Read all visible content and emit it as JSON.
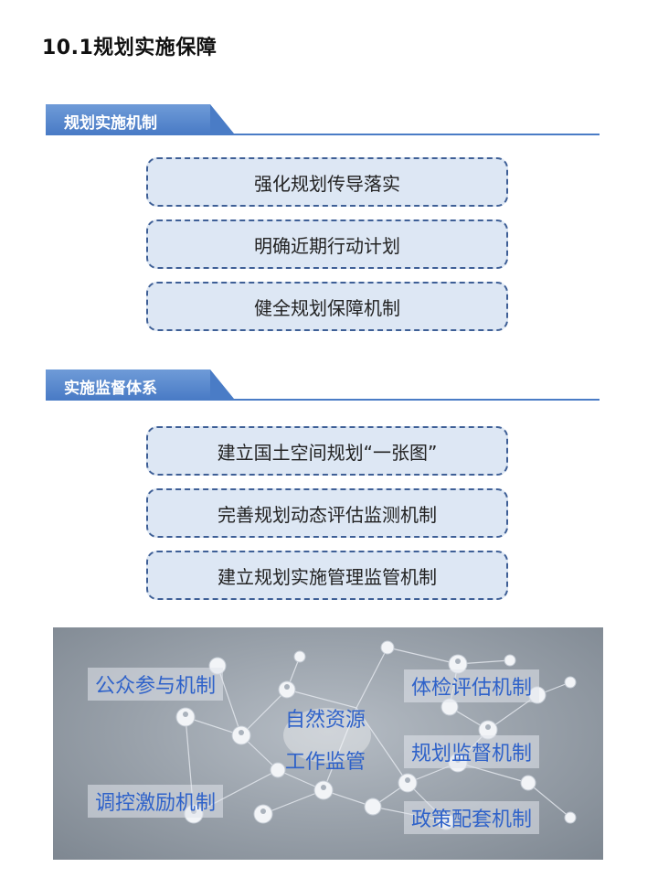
{
  "page_title": "10.1规划实施保障",
  "sections": [
    {
      "title": "规划实施机制",
      "items": [
        "强化规划传导落实",
        "明确近期行动计划",
        "健全规划保障机制"
      ]
    },
    {
      "title": "实施监督体系",
      "items": [
        "建立国土空间规划“一张图”",
        "完善规划动态评估监测机制",
        "建立规划实施管理监管机制"
      ]
    }
  ],
  "network_image": {
    "center_lines": [
      "自然资源",
      "工作监管"
    ],
    "labels": {
      "top_left": "公众参与机制",
      "bottom_left": "调控激励机制",
      "top_right": "体检评估机制",
      "mid_right": "规划监督机制",
      "bottom_right": "政策配套机制"
    }
  },
  "colors": {
    "accent": "#4a7cc6",
    "box_fill": "#dde7f4",
    "box_border": "#3e5f96",
    "label_text": "#2f62c9"
  }
}
